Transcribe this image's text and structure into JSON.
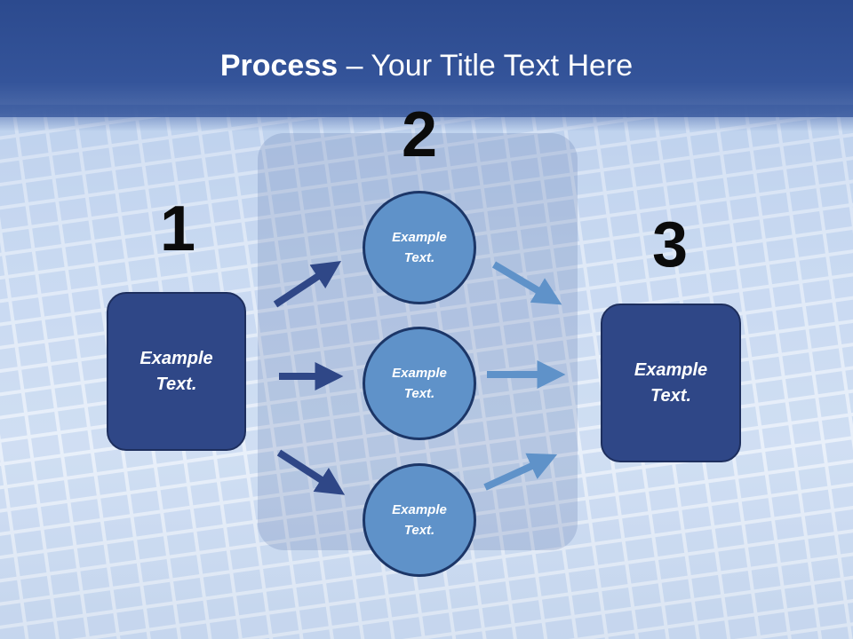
{
  "title": {
    "bold": "Process",
    "rest": " – Your Title Text Here"
  },
  "steps": {
    "one": "1",
    "two": "2",
    "three": "3"
  },
  "left_box": {
    "line1": "Example",
    "line2": "Text."
  },
  "right_box": {
    "line1": "Example",
    "line2": "Text."
  },
  "circles": [
    {
      "line1": "Example",
      "line2": "Text."
    },
    {
      "line1": "Example",
      "line2": "Text."
    },
    {
      "line1": "Example",
      "line2": "Text."
    }
  ],
  "colors": {
    "title_bar": "#2c4a8e",
    "box_fill": "#2f4787",
    "circle_fill": "#5f92c9",
    "arrow_dark": "#2f4787",
    "arrow_light": "#5f92c9"
  }
}
